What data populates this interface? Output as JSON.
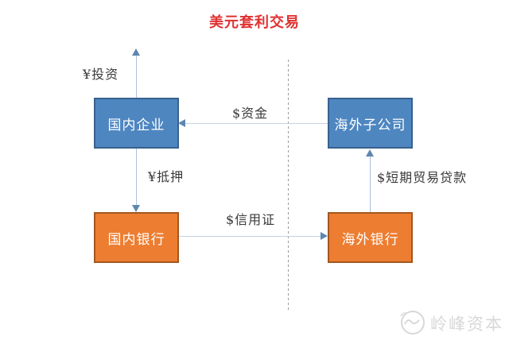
{
  "title": "美元套利交易",
  "title_color": "#e03131",
  "diagram": {
    "boxes": {
      "domestic_enterprise": "国内企业",
      "overseas_subsidiary": "海外子公司",
      "domestic_bank": "国内银行",
      "overseas_bank": "海外银行"
    },
    "labels": {
      "investment": "¥投资",
      "funds": "$资金",
      "collateral": "¥抵押",
      "letter_of_credit": "$信用证",
      "short_term_trade_loan": "$短期贸易贷款"
    },
    "flows": [
      {
        "from": "domestic_enterprise",
        "to": "outside-top",
        "label": "¥投资",
        "direction": "up"
      },
      {
        "from": "overseas_subsidiary",
        "to": "domestic_enterprise",
        "label": "$资金",
        "direction": "left"
      },
      {
        "from": "domestic_enterprise",
        "to": "domestic_bank",
        "label": "¥抵押",
        "direction": "down"
      },
      {
        "from": "domestic_bank",
        "to": "overseas_bank",
        "label": "$信用证",
        "direction": "right"
      },
      {
        "from": "overseas_bank",
        "to": "overseas_subsidiary",
        "label": "$短期贸易贷款",
        "direction": "up"
      }
    ],
    "divider": "dashed vertical line separating domestic and overseas sides",
    "colors": {
      "blue_fill": "#4e86c0",
      "blue_border": "#38618e",
      "orange_fill": "#ed7d31",
      "orange_border": "#a3571f",
      "arrow_line": "#a9c0d8",
      "arrow_head": "#5e87af",
      "divider_gray": "#9a9a9a",
      "label_text": "#3a3a3a"
    }
  },
  "watermark": {
    "text": "岭峰资本",
    "icon": "mountain-peak-logo-icon",
    "color": "#d8d8d8"
  }
}
